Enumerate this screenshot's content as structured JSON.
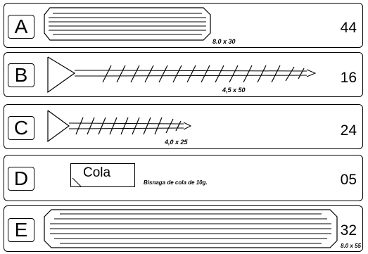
{
  "rows": [
    {
      "letter": "A",
      "count": "44",
      "dimension": "8.0 x 30"
    },
    {
      "letter": "B",
      "count": "16",
      "dimension": "4,5 x 50"
    },
    {
      "letter": "C",
      "count": "24",
      "dimension": "4,0 x 25"
    },
    {
      "letter": "D",
      "count": "05",
      "label": "Cola",
      "description": "Bisnaga de cola de 10g."
    },
    {
      "letter": "E",
      "count": "32",
      "dimension": "8.0 x 55"
    }
  ],
  "icons": [
    "dowel-icon",
    "screw-icon",
    "glue-tube-icon"
  ]
}
